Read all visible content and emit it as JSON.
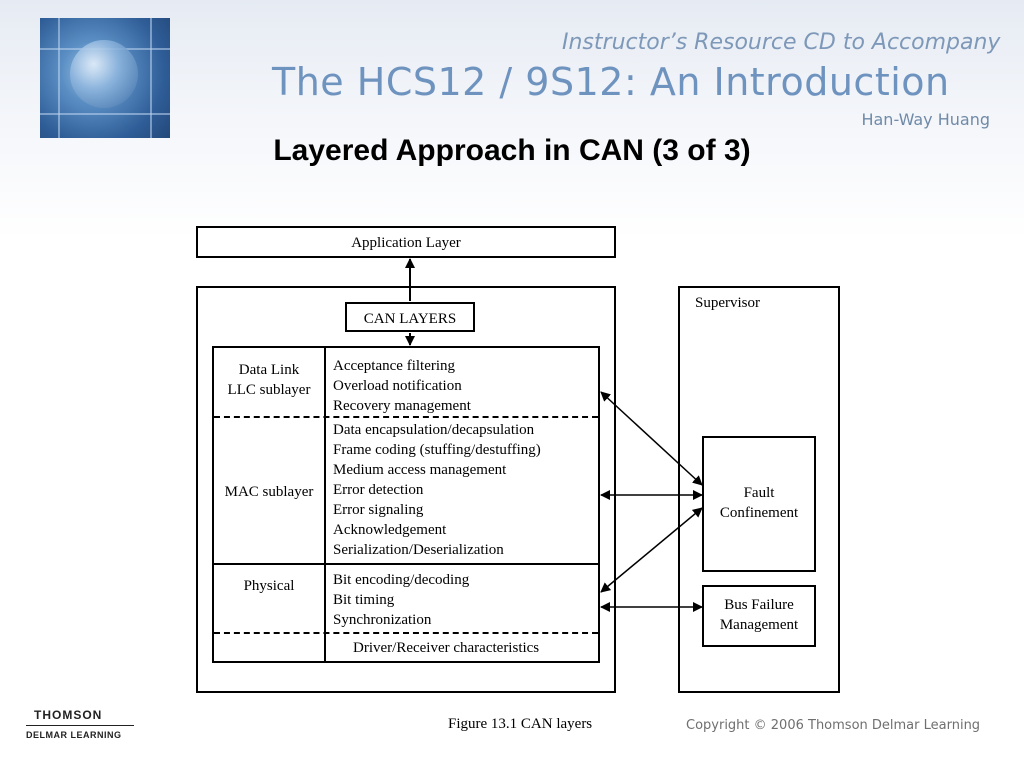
{
  "header": {
    "subtitle": "Instructor’s Resource CD to Accompany",
    "title": "The HCS12 / 9S12: An Introduction",
    "author": "Han-Way Huang"
  },
  "slide": {
    "title": "Layered Approach in CAN (3 of 3)"
  },
  "diagram": {
    "application_layer": "Application Layer",
    "can_layers": "CAN LAYERS",
    "supervisor": "Supervisor",
    "data_link": "Data Link",
    "llc_sublayer": "LLC sublayer",
    "mac_sublayer": "MAC sublayer",
    "physical": "Physical",
    "llc_functions": [
      "Acceptance filtering",
      "Overload notification",
      "Recovery management"
    ],
    "mac_functions": [
      "Data encapsulation/decapsulation",
      "Frame coding (stuffing/destuffing)",
      "Medium access management",
      "Error detection",
      "Error signaling",
      "Acknowledgement",
      "Serialization/Deserialization"
    ],
    "physical_functions": [
      "Bit encoding/decoding",
      "Bit timing",
      "Synchronization"
    ],
    "driver_receiver": "Driver/Receiver characteristics",
    "fault_confinement": [
      "Fault",
      "Confinement"
    ],
    "bus_failure_management": [
      "Bus Failure",
      "Management"
    ]
  },
  "caption": "Figure 13.1 CAN layers",
  "footer": {
    "publisher_line1": "THOMSON",
    "publisher_line2": "DELMAR LEARNING",
    "copyright": "Copyright © 2006 Thomson Delmar Learning"
  }
}
